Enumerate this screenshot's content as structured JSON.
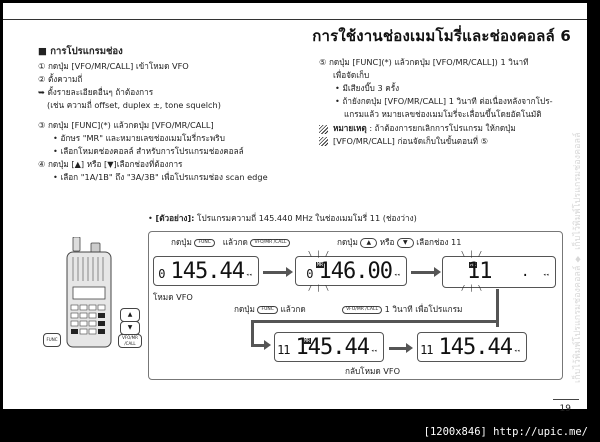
{
  "header": {
    "title": "การใช้งานช่องเมมโมรี่และช่องคอลล์ 6"
  },
  "left_column": {
    "section_title": "การโปรแกรมช่อง",
    "steps": [
      {
        "num": "①",
        "text": "กดปุ่ม [VFO/MR/CALL] เข้าโหมด VFO"
      },
      {
        "num": "②",
        "text": "ตั้งความถี่"
      },
      {
        "num": "➥",
        "text": "ตั้งรายละเอียดอื่นๆ ถ้าต้องการ"
      },
      {
        "num": "",
        "text": "(เช่น ความถี่ offset, duplex ±, tone squelch)"
      },
      {
        "num": "③",
        "text": "กดปุ่ม [FUNC](*) แล้วกดปุ่ม [VFO/MR/CALL]"
      },
      {
        "num": "•",
        "text": "อักษร \"MR\" และหมายเลขช่องเมมโมรี่กระพริบ"
      },
      {
        "num": "•",
        "text": "เลือกโหมดช่องคอลล์ สำหรับการโปรแกรมช่องคอลล์"
      },
      {
        "num": "④",
        "text": "กดปุ่ม [▲] หรือ [▼]เลือกช่องที่ต้องการ"
      },
      {
        "num": "•",
        "text": "เลือก \"1A/1B\" ถึง \"3A/3B\"  เพื่อโปรแกรมช่อง scan edge"
      }
    ]
  },
  "right_column": {
    "steps": [
      {
        "num": "⑤",
        "text": "กดปุ่ม [FUNC](*) แล้วกดปุ่ม [VFO/MR/CALL]) 1 วินาที"
      },
      {
        "num": "",
        "text": "เพื่อจัดเก็บ"
      },
      {
        "num": "•",
        "text": "มีเสียงบี๊บ 3 ครั้ง"
      },
      {
        "num": "•",
        "text": "ถ้ายังกดปุ่ม [VFO/MR/CALL] 1 วินาที ต่อเนื่องหลังจากโปร-"
      },
      {
        "num": "",
        "text": "แกรมแล้ว หมายเลขช่องเมมโมรี่จะเลื่อนขึ้นโดยอัตโนมัติ"
      }
    ],
    "note_label": "หมายเหตุ",
    "note_line1": ": ถ้าต้องการยกเลิกการโปรแกรม ให้กดปุ่ม",
    "note_line2": "[VFO/MR/CALL] ก่อนจัดเก็บในขั้นตอนที่ ⑤"
  },
  "example": {
    "bullet": "•",
    "label": "[ตัวอย่าง]:",
    "text": "โปรแกรมความถี่ 145.440 MHz ในช่องเมมโมรี่ 11 (ช่องว่าง)",
    "row1_instr_a": "กดปุ่ม",
    "row1_instr_b": "แล้วกด",
    "row1_instr_c": "กดปุ่ม",
    "row1_instr_d": "หรือ",
    "row1_instr_e": "เลือกช่อง 11",
    "row2_instr_a": "กดปุ่ม",
    "row2_instr_b": "แล้วกด",
    "row2_instr_c": "1 วินาที เพื่อโปรแกรม",
    "vfo_mode_label": "โหมด VFO",
    "back_vfo_label": "กลับโหมด VFO",
    "keys": {
      "func": "FUNC",
      "vfo_mr_call": "VFO/MR /CALL",
      "up": "▲",
      "down": "▼"
    },
    "displays": [
      {
        "channel": "0",
        "freq": "145.44",
        "tag": ""
      },
      {
        "channel": "0",
        "freq": "146.00",
        "tag": "MR"
      },
      {
        "channel": "11",
        "freq": ".",
        "tag": "MR"
      },
      {
        "channel": "11",
        "freq": "145.44",
        "tag": "MR"
      },
      {
        "channel": "11",
        "freq": "145.44",
        "tag": ""
      }
    ],
    "indicator": "◂◂",
    "dash": "-"
  },
  "watermark": "เก็บไว้พิมพ์โปรแกรมช่องคอลล์  ♦  เก็บไว้พิมพ์โปรแกรมช่องคอลล์",
  "page_number": "19",
  "footer": "[1200x846] http://upic.me/"
}
